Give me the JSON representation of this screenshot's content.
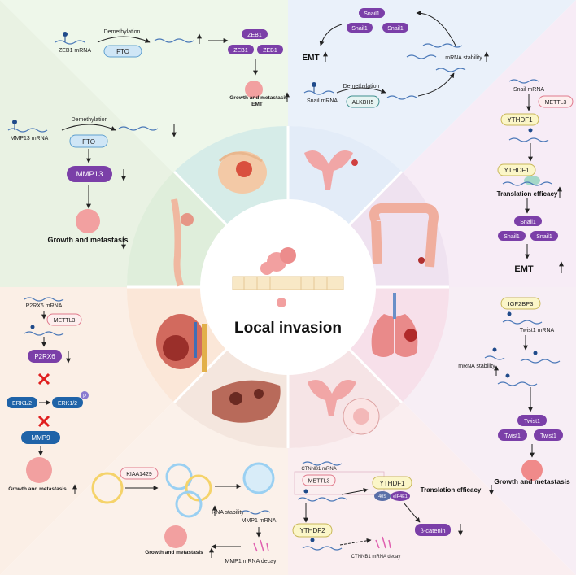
{
  "center": {
    "label": "Local invasion"
  },
  "panel_tl_top": {
    "zeb1_mrna": "ZEB1 mRNA",
    "demethylation": "Demethylation",
    "fto": "FTO",
    "zeb1": [
      "ZEB1",
      "ZEB1",
      "ZEB1"
    ],
    "outcome_line1": "Growth and metastasis",
    "outcome_line2": "EMT"
  },
  "panel_tl_left": {
    "mmp13_mrna": "MMP13 mRNA",
    "demethylation": "Demethylation",
    "fto": "FTO",
    "mmp13": "MMP13",
    "outcome": "Growth and metastasis"
  },
  "panel_tr_top": {
    "snail1": [
      "Snail1",
      "Snail1",
      "Snail1"
    ],
    "emt": "EMT",
    "mrna_stability": "mRNA stability",
    "demethylation": "Demethylation",
    "snail_mrna": "Snail mRNA",
    "alkbh5": "ALKBH5"
  },
  "panel_tr_right": {
    "snail_mrna": "Snail mRNA",
    "mettl3": "METTL3",
    "ythdf1_a": "YTHDF1",
    "ythdf1_b": "YTHDF1",
    "translation": "Translation efficacy",
    "snail1": [
      "Snail1",
      "Snail1",
      "Snail1"
    ],
    "emt": "EMT"
  },
  "panel_bl_left": {
    "p2rx6_mrna": "P2RX6 mRNA",
    "mettl3": "METTL3",
    "p2rx6": "P2RX6",
    "erk_a": "ERK1/2",
    "erk_b": "ERK1/2",
    "p": "P",
    "mmp9": "MMP9",
    "outcome": "Growth and metastasis"
  },
  "panel_bl_bottom": {
    "kiaa1429": "KIAA1429",
    "rna_stability": "RNA stability",
    "mmp1_mrna": "MMP1 mRNA",
    "outcome": "Growth and metastasis",
    "mmp1_decay": "MMP1 mRNA decay"
  },
  "panel_br_right": {
    "igf2bp3": "IGF2BP3",
    "twist1_mrna": "Twist1 mRNA",
    "mrna_stability": "mRNA stability",
    "twist1": [
      "Twist1",
      "Twist1",
      "Twist1"
    ],
    "outcome": "Growth and metastasis"
  },
  "panel_br_bottom": {
    "ctnnb1_mrna_top": "CTNNB1 mRNA",
    "mettl3": "METTL3",
    "ythdf1": "YTHDF1",
    "s40": "40S",
    "eif4e1": "eIF4E1",
    "translation": "Translation efficacy",
    "ythdf2": "YTHDF2",
    "ctnnb1_decay": "CTNNB1 mRNA decay",
    "beta_catenin": "β-catenin"
  },
  "colors": {
    "pill_purple": "#7b3fa8",
    "pill_blue": "#1f63a8",
    "fto_fill": "#cfe6f6",
    "mettl_border": "#e07a8c",
    "ythdf_fill": "#fbf6c8",
    "wave_blue": "#4a78b8",
    "arrow": "#222222",
    "cross_red": "#e02020"
  }
}
